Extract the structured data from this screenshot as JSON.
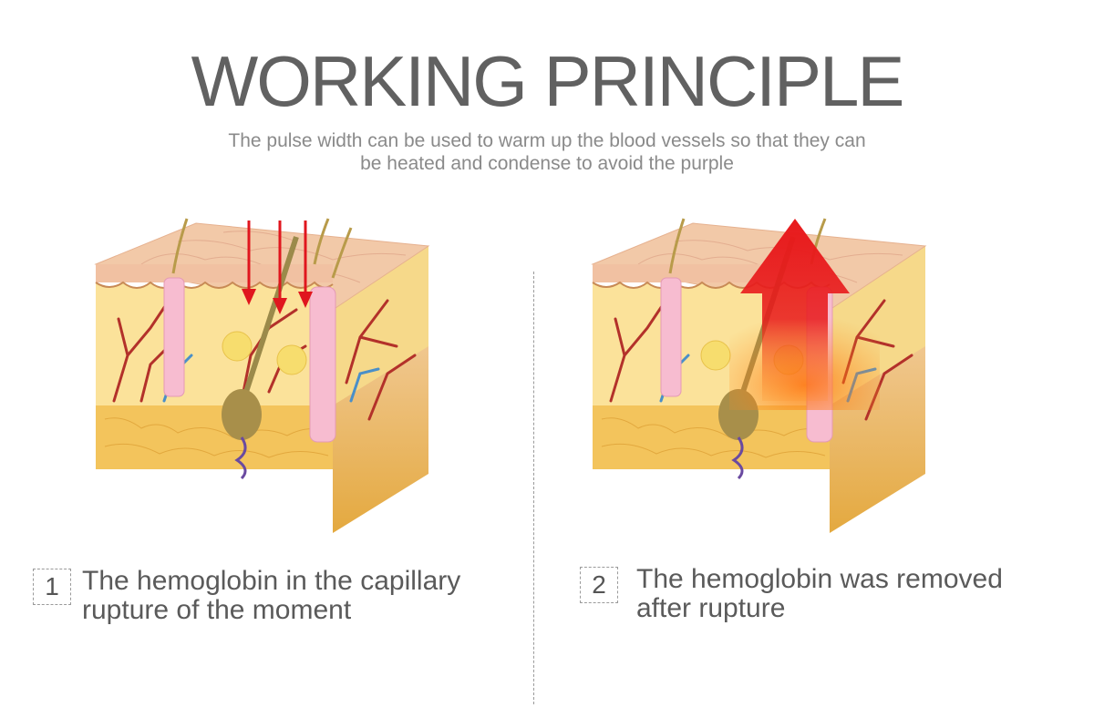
{
  "header": {
    "title": "WORKING PRINCIPLE",
    "subtitle_line1": "The pulse width can be used to warm up the blood vessels so that they can",
    "subtitle_line2": "be heated and condense to avoid the purple"
  },
  "panels": [
    {
      "number": "1",
      "caption_line1": "The hemoglobin in the capillary",
      "caption_line2": "rupture of the moment",
      "arrow_direction": "down",
      "arrow_color": "#e0161e"
    },
    {
      "number": "2",
      "caption_line1": "The hemoglobin was removed",
      "caption_line2": "after rupture",
      "arrow_direction": "up",
      "arrow_color": "#e8191b"
    }
  ],
  "colors": {
    "epidermis": "#f2c9a8",
    "dermis": "#fbe29a",
    "subcutaneous": "#f3c45c",
    "vessel_red": "#b3312a",
    "vessel_blue": "#4a8fc8",
    "gland_pink": "#f7bcd0"
  }
}
